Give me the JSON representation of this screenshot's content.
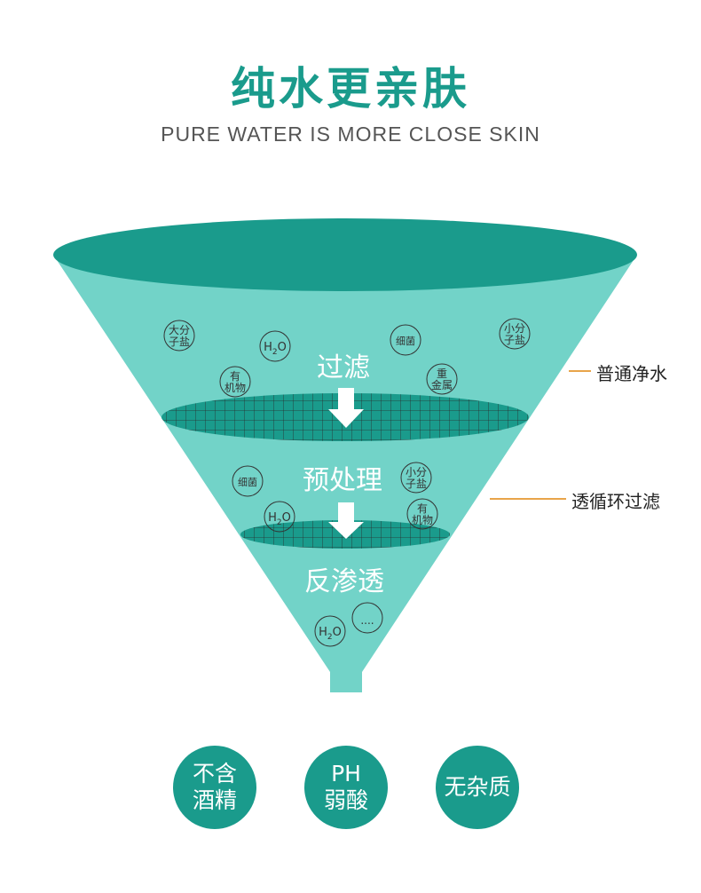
{
  "title": "纯水更亲肤",
  "subtitle": "PURE WATER IS MORE CLOSE SKIN",
  "colors": {
    "teal_dark": "#1a9b8c",
    "teal_light": "#72d3c8",
    "accent_line": "#e8a44a"
  },
  "stages": {
    "stage1": "过滤",
    "stage2": "预处理",
    "stage3": "反渗透"
  },
  "particles": {
    "big_salt": [
      "大分",
      "子盐"
    ],
    "h2o": {
      "h": "H",
      "sub": "2",
      "o": "O"
    },
    "bacteria": "细菌",
    "organic": [
      "有",
      "机物"
    ],
    "heavy_metal": [
      "重",
      "金属"
    ],
    "small_salt": [
      "小分",
      "子盐"
    ],
    "dots": "...."
  },
  "side_labels": {
    "ordinary": "普通净水",
    "circulation": "透循环过滤"
  },
  "badges": [
    {
      "line1": "不含",
      "line2": "酒精"
    },
    {
      "line1": "PH",
      "line2": "弱酸"
    },
    {
      "line1": "无杂质",
      "line2": ""
    }
  ]
}
